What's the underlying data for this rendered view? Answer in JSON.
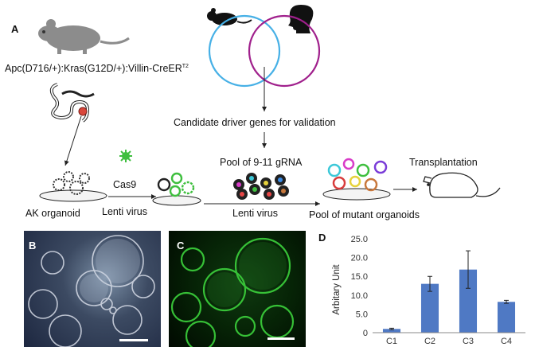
{
  "panels": {
    "a": "A",
    "b": "B",
    "c": "C",
    "d": "D"
  },
  "figure_a": {
    "genotype": "Apc(D716/+):Kras(G12D/+):Villin-CreER",
    "genotype_superscript": "T2",
    "candidate_genes": "Candidate driver genes for validation",
    "pool_grna": "Pool of 9-11 gRNA",
    "cas9": "Cas9",
    "lenti_virus_1": "Lenti virus",
    "lenti_virus_2": "Lenti virus",
    "ak_organoid": "AK organoid",
    "pool_mutant": "Pool of mutant organoids",
    "transplantation": "Transplantation"
  },
  "colors": {
    "venn_left": "#46b0e6",
    "venn_right": "#a0208c",
    "bar": "#4f79c4",
    "photo_c_glow": "#3cd23c"
  },
  "chart_data": {
    "type": "bar",
    "categories": [
      "C1",
      "C2",
      "C3",
      "C4"
    ],
    "values": [
      1.0,
      13.0,
      16.8,
      8.2
    ],
    "errors": [
      0.2,
      2.0,
      5.0,
      0.4
    ],
    "ylabel": "Arbitary Unit",
    "ylim": [
      0,
      25
    ],
    "yticks": [
      "0",
      "5.0",
      "10.0",
      "15.0",
      "20.0",
      "25.0"
    ],
    "grid": false
  }
}
